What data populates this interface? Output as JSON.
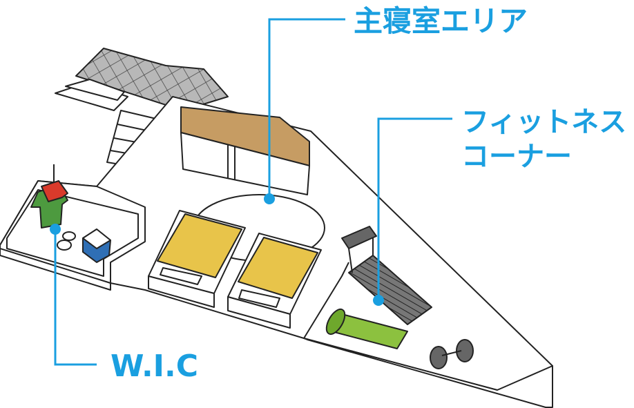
{
  "labels": {
    "master_bedroom": "主寝室エリア",
    "fitness_line1": "フィットネス",
    "fitness_line2": "コーナー",
    "wic": "W.I.C"
  },
  "colors": {
    "accent": "#1a9fe0",
    "outline": "#222222",
    "bed": "#e8c44a",
    "headboard": "#c69c63",
    "mat": "#8cc13f",
    "shirt_red": "#d93a2b",
    "shirt_green": "#4d9a3f",
    "box_blue": "#2f6fb5",
    "treadmill": "#555555",
    "roof_tile": "#9a9a9a"
  }
}
